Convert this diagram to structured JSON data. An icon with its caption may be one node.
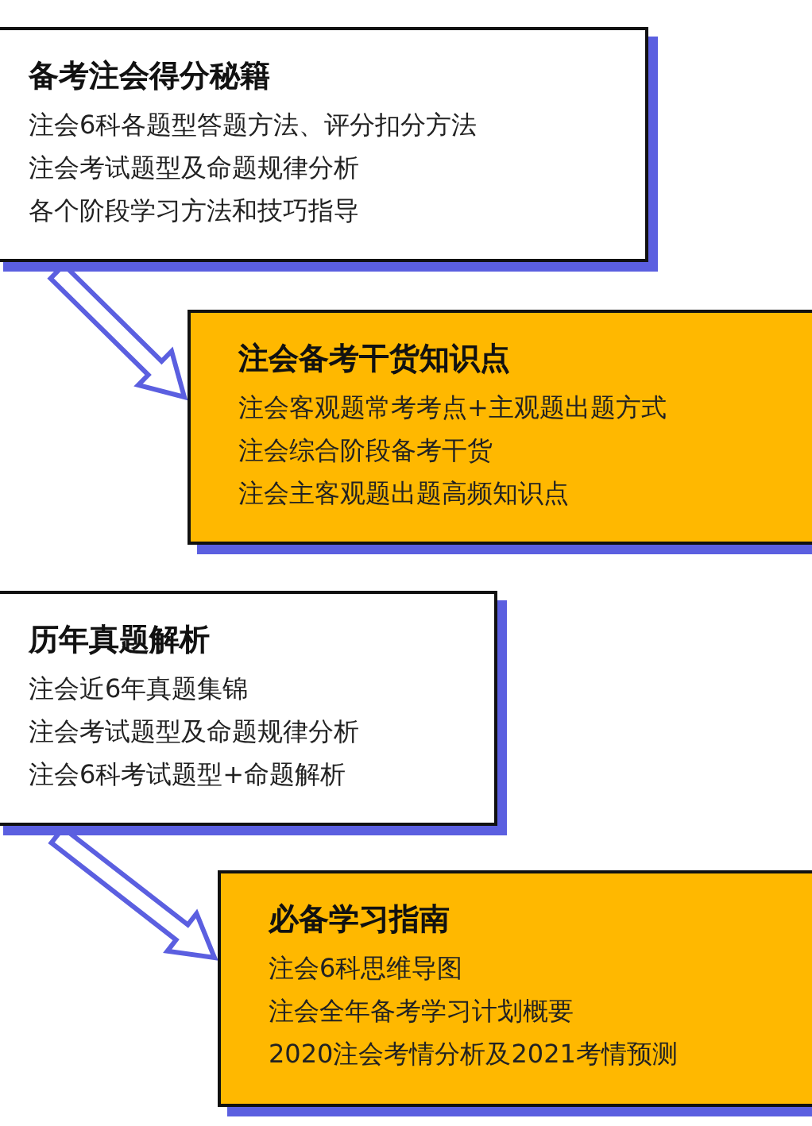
{
  "diagram": {
    "nodes": [
      {
        "text": [
          "备考注会得分秘籍",
          "注会6科各题型答题方法、评分扣分方法",
          "注会考试题型及命题规律分析",
          "各个阶段学习方法和技巧指导"
        ]
      },
      {
        "text": [
          "注会备考干货知识点",
          "注会客观题常考考点+主观题出题方式",
          "注会综合阶段备考干货",
          "注会主客观题出题高频知识点"
        ]
      },
      {
        "text": [
          "历年真题解析",
          "注会近6年真题集锦",
          "注会考试题型及命题规律分析",
          "注会6科考试题型+命题解析"
        ]
      },
      {
        "text": [
          "必备学习指南",
          "注会6科思维导图",
          "注会全年备考学习计划概要",
          "2020注会考情分析及2021考情预测"
        ]
      }
    ],
    "edges": [
      {
        "from": 0,
        "to": 1,
        "arrow": "to"
      },
      {
        "from": 2,
        "to": 3,
        "arrow": "to"
      }
    ]
  }
}
